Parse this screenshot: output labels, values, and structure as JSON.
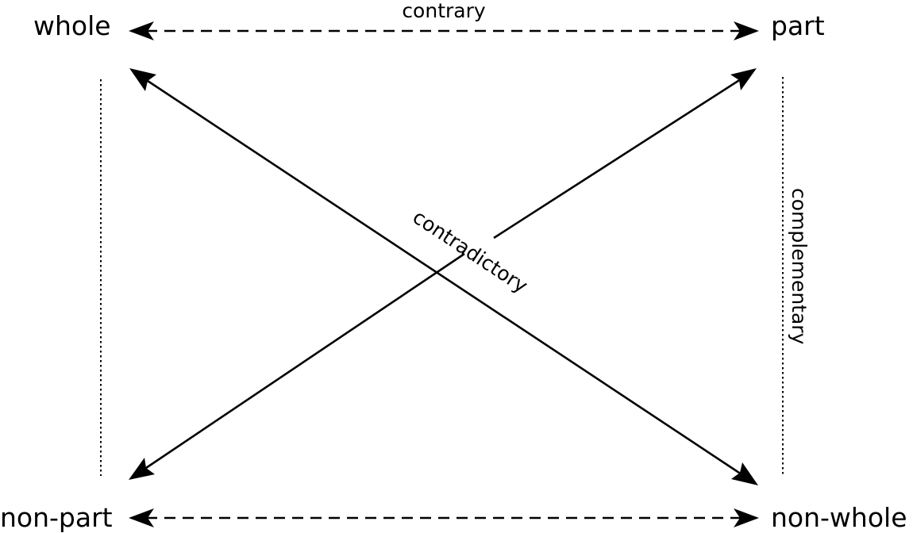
{
  "corners": {
    "top_left": "whole",
    "top_right": "part",
    "bottom_left": "non-part",
    "bottom_right": "non-whole"
  },
  "relations": {
    "top": "contrary",
    "diagonal": "contradictory",
    "right": "complementary"
  },
  "colors": {
    "ink": "#000000",
    "background": "#ffffff"
  }
}
